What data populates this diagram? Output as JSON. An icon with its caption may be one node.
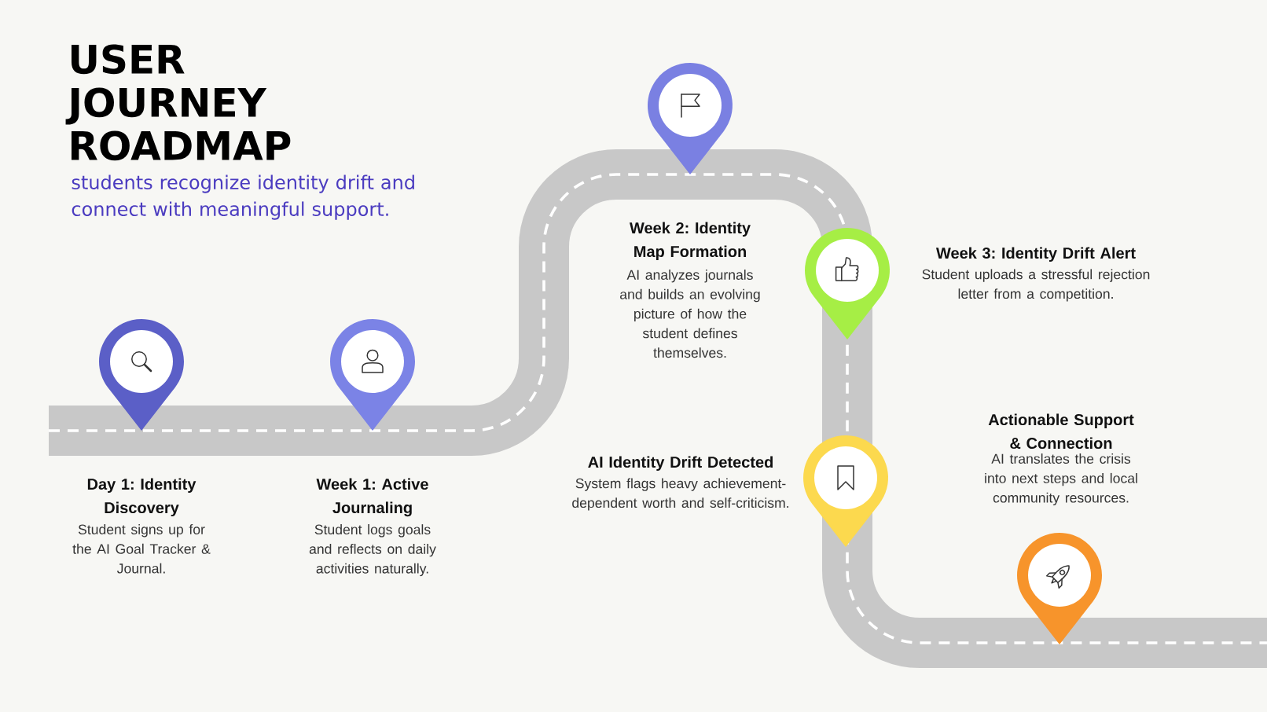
{
  "diagram": {
    "title": "USER JOURNEY ROADMAP",
    "nodes": [
      {
        "text": [
          "Day 1: Identity Discovery",
          "Student signs up for the AI Goal Tracker & Journal."
        ]
      },
      {
        "text": [
          "Week 1: Active Journaling",
          "Student logs goals and reflects on daily activities naturally."
        ]
      },
      {
        "text": [
          "Week 2: Identity Map Formation",
          "AI analyzes journals and builds an evolving picture of how the student defines themselves."
        ]
      },
      {
        "text": [
          "Week 3: Identity Drift Alert",
          "Student uploads a stressful rejection letter from a competition."
        ]
      },
      {
        "text": [
          "AI Identity Drift Detected",
          "System flags heavy achievement-dependent worth and self-criticism."
        ]
      },
      {
        "text": [
          "Actionable Support & Connection",
          "AI translates the crisis into next steps and local community resources."
        ]
      }
    ],
    "labels": [
      "students recognize identity drift and connect with meaningful support."
    ]
  }
}
